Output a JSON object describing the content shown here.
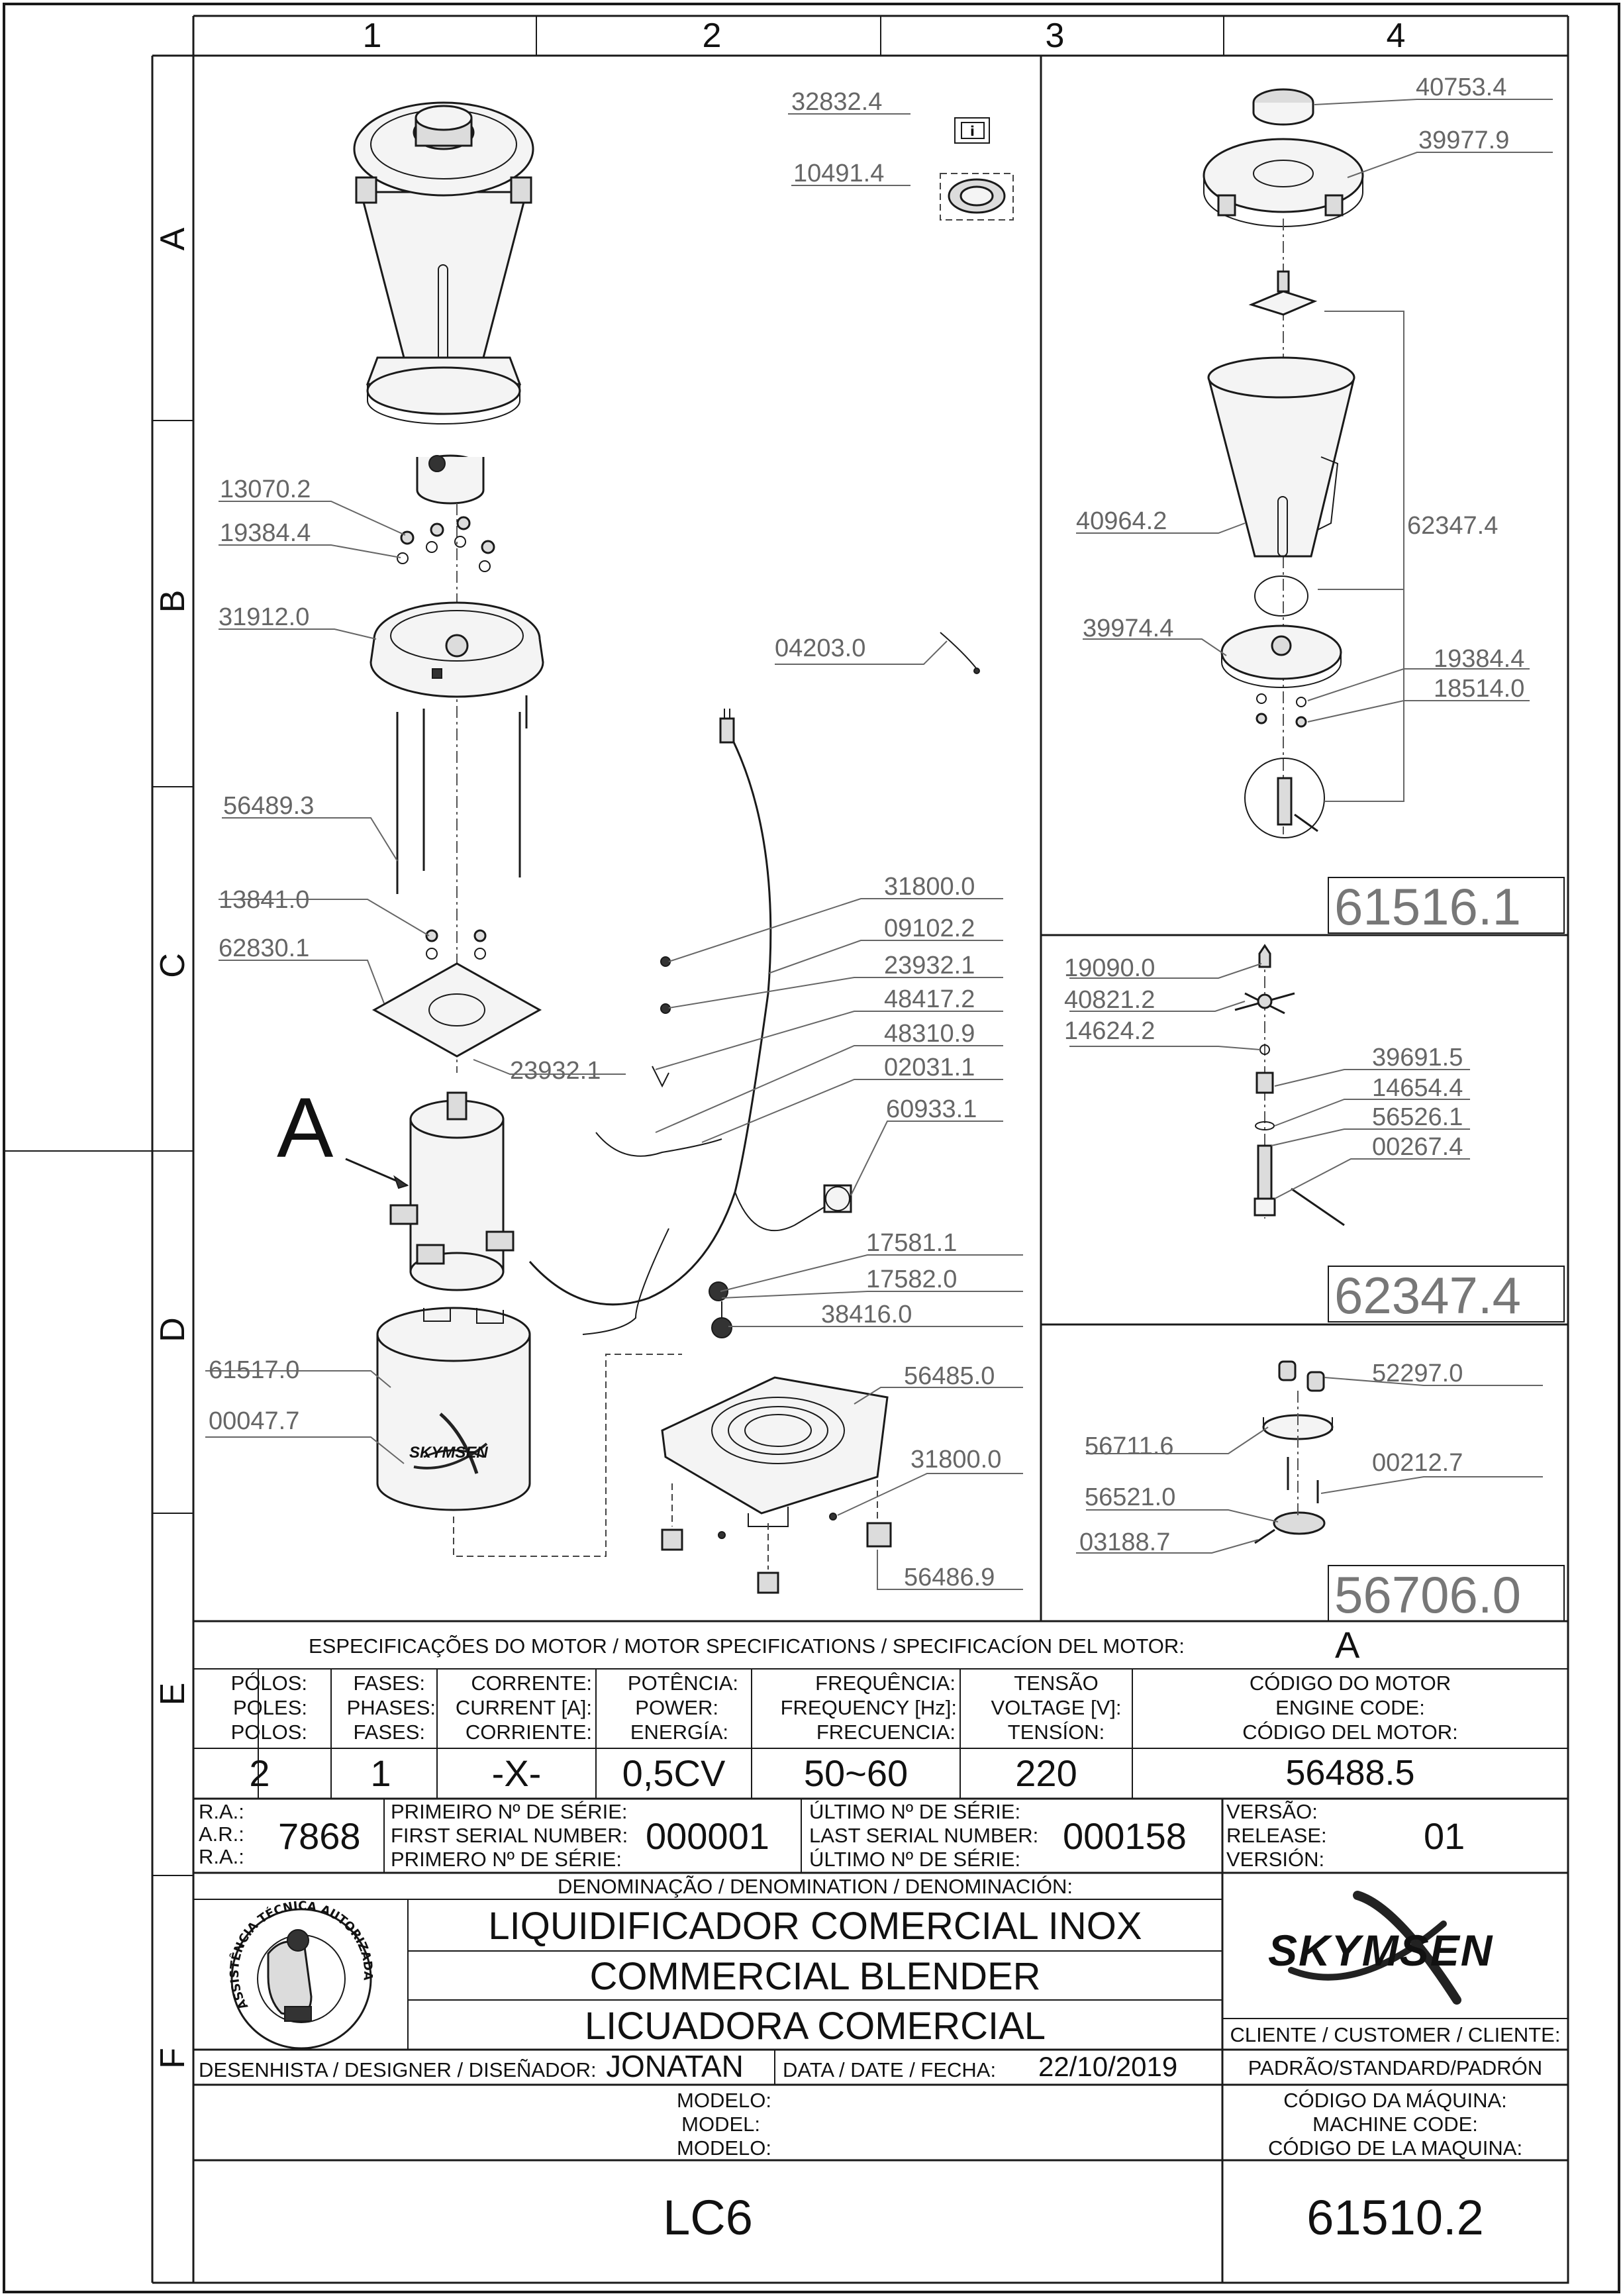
{
  "grid": {
    "columns": [
      "1",
      "2",
      "3",
      "4"
    ],
    "rows": [
      "A",
      "B",
      "C",
      "D",
      "E",
      "F"
    ]
  },
  "parts": {
    "p32832": "32832.4",
    "p10491": "10491.4",
    "p13070": "13070.2",
    "p19384a": "19384.4",
    "p31912": "31912.0",
    "p04203": "04203.0",
    "p56489": "56489.3",
    "p13841": "13841.0",
    "p62830": "62830.1",
    "p23932a": "23932.1",
    "p31800a": "31800.0",
    "p09102": "09102.2",
    "p23932b": "23932.1",
    "p48417": "48417.2",
    "p48310": "48310.9",
    "p02031": "02031.1",
    "p60933": "60933.1",
    "p17581": "17581.1",
    "p17582": "17582.0",
    "p38416": "38416.0",
    "p61517": "61517.0",
    "p00047": "00047.7",
    "p56485": "56485.0",
    "p31800b": "31800.0",
    "p56486": "56486.9",
    "p40753": "40753.4",
    "p39977": "39977.9",
    "p40964": "40964.2",
    "p62347a": "62347.4",
    "p39974": "39974.4",
    "p19384b": "19384.4",
    "p18514": "18514.0",
    "p19090": "19090.0",
    "p40821": "40821.2",
    "p14624": "14624.2",
    "p39691": "39691.5",
    "p14654": "14654.4",
    "p56526": "56526.1",
    "p00267": "00267.4",
    "p52297": "52297.0",
    "p56711": "56711.6",
    "p00212": "00212.7",
    "p56521": "56521.0",
    "p03188": "03188.7"
  },
  "panels": {
    "jar_assembly": "61516.1",
    "blade_assembly": "62347.4",
    "coupling_assembly": "56706.0"
  },
  "motor_callout": "A",
  "motor_specs": {
    "title": "ESPECIFICAÇÕES DO MOTOR / MOTOR SPECIFICATIONS / SPECIFICACÍON DEL MOTOR:",
    "motor_letter": "A",
    "headers": {
      "poles": [
        "PÓLOS:",
        "POLES:",
        "POLOS:"
      ],
      "phases": [
        "FASES:",
        "PHASES:",
        "FASES:"
      ],
      "current": [
        "CORRENTE:",
        "CURRENT [A]:",
        "CORRIENTE:"
      ],
      "power": [
        "POTÊNCIA:",
        "POWER:",
        "ENERGÍA:"
      ],
      "frequency": [
        "FREQUÊNCIA:",
        "FREQUENCY [Hz]:",
        "FRECUENCIA:"
      ],
      "voltage": [
        "TENSÃO",
        "VOLTAGE [V]:",
        "TENSÍON:"
      ],
      "engine_code": [
        "CÓDIGO DO MOTOR",
        "ENGINE CODE:",
        "CÓDIGO DEL MOTOR:"
      ]
    },
    "values": {
      "poles": "2",
      "phases": "1",
      "current": "-X-",
      "power": "0,5CV",
      "frequency": "50~60",
      "voltage": "220",
      "engine_code": "56488.5"
    }
  },
  "record": {
    "ra_labels": [
      "R.A.:",
      "A.R.:",
      "R.A.:"
    ],
    "ra_value": "7868",
    "first_serial_labels": [
      "PRIMEIRO Nº DE SÉRIE:",
      "FIRST SERIAL NUMBER:",
      "PRIMERO Nº DE SÉRIE:"
    ],
    "first_serial": "000001",
    "last_serial_labels": [
      "ÚLTIMO Nº DE SÉRIE:",
      "LAST SERIAL NUMBER:",
      "ÚLTIMO Nº DE SÉRIE:"
    ],
    "last_serial": "000158",
    "version_labels": [
      "VERSÃO:",
      "RELEASE:",
      "VERSIÓN:"
    ],
    "version": "01"
  },
  "denomination": {
    "label": "DENOMINAÇÃO / DENOMINATION / DENOMINACIÓN:",
    "lines": [
      "LIQUIDIFICADOR COMERCIAL INOX",
      "COMMERCIAL BLENDER",
      "LICUADORA COMERCIAL"
    ]
  },
  "seal": {
    "text": "ASSISTÊNCIA TÉCNICA AUTORIZADA"
  },
  "brand": {
    "name": "SKYMSEN",
    "name_small": "SKYMSEN"
  },
  "client": {
    "label": "CLIENTE / CUSTOMER / CLIENTE:",
    "value": "PADRÃO/STANDARD/PADRÓN"
  },
  "designer": {
    "label": "DESENHISTA / DESIGNER / DISEÑADOR:",
    "name": "JONATAN",
    "date_label": "DATA / DATE / FECHA:",
    "date": "22/10/2019"
  },
  "model": {
    "labels": [
      "MODELO:",
      "MODEL:",
      "MODELO:"
    ],
    "value": "LC6"
  },
  "machine_code": {
    "labels": [
      "CÓDIGO DA MÁQUINA:",
      "MACHINE CODE:",
      "CÓDIGO DE LA MAQUINA:"
    ],
    "value": "61510.2"
  },
  "colors": {
    "line": "#1a1a1a",
    "part_text": "#666666",
    "panel_text": "#777777"
  }
}
